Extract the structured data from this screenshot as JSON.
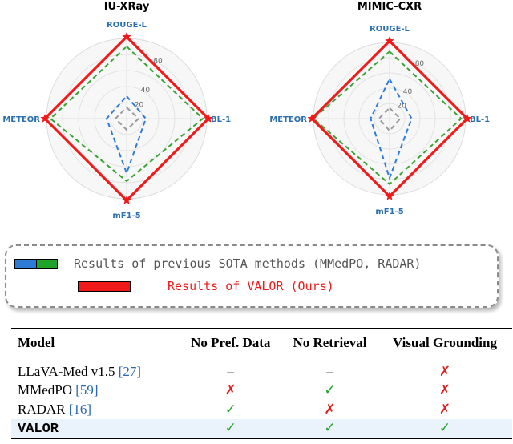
{
  "chart_data": [
    {
      "type": "radar",
      "title": "IU-XRay",
      "axes": [
        "ROUGE-L",
        "BL-1",
        "mF1-5",
        "METEOR"
      ],
      "radial_ticks": [
        20,
        40,
        80
      ],
      "rmax": 100,
      "series": [
        {
          "values": [
            28,
            24,
            68,
            25
          ],
          "color": "#2e7bd6",
          "style": "dashed"
        },
        {
          "values": [
            14,
            15,
            14,
            14
          ],
          "color": "#9a9a9a",
          "style": "dashed"
        },
        {
          "values": [
            90,
            95,
            78,
            95
          ],
          "color": "#3aa336",
          "style": "dashed"
        },
        {
          "values": [
            102,
            102,
            102,
            102
          ],
          "color": "#f01a1a",
          "style": "solid"
        }
      ]
    },
    {
      "type": "radar",
      "title": "MIMIC-CXR",
      "axes": [
        "ROUGE-L",
        "BL-1",
        "mF1-5",
        "METEOR"
      ],
      "radial_ticks": [
        20,
        40,
        80
      ],
      "rmax": 100,
      "series": [
        {
          "values": [
            52,
            29,
            78,
            25
          ],
          "color": "#2e7bd6",
          "style": "dashed"
        },
        {
          "values": [
            14,
            14,
            16,
            14
          ],
          "color": "#9a9a9a",
          "style": "dashed"
        },
        {
          "values": [
            88,
            94,
            86,
            100
          ],
          "color": "#3aa336",
          "style": "dashed"
        },
        {
          "values": [
            102,
            102,
            102,
            102
          ],
          "color": "#f01a1a",
          "style": "solid"
        }
      ]
    }
  ],
  "legend": {
    "previous_text": "Results of previous SOTA methods (MMedPO, RADAR)",
    "previous_colors": [
      "#2e7bd6",
      "#1fa32a"
    ],
    "ours_text": "Results of VALOR (Ours)",
    "ours_color": "#f01a1a"
  },
  "table": {
    "headers": [
      "Model",
      "No Pref. Data",
      "No Retrieval",
      "Visual Grounding"
    ],
    "rows": [
      {
        "name": "LLaVA-Med v1.5 ",
        "cite": "[27]",
        "no_pref": "–",
        "no_retrieval": "–",
        "visual_grounding": "✗"
      },
      {
        "name": "MMedPO ",
        "cite": "[59]",
        "no_pref": "✗",
        "no_retrieval": "✓",
        "visual_grounding": "✗"
      },
      {
        "name": "RADAR ",
        "cite": "[16]",
        "no_pref": "✓",
        "no_retrieval": "✗",
        "visual_grounding": "✗"
      },
      {
        "name": "VALOR",
        "cite": "",
        "no_pref": "✓",
        "no_retrieval": "✓",
        "visual_grounding": "✓"
      }
    ]
  }
}
